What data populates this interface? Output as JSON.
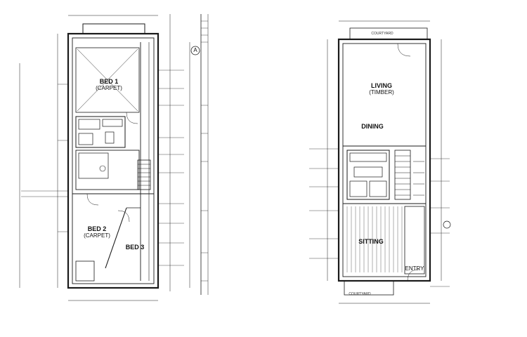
{
  "upper_floor": {
    "rooms": {
      "bed1": {
        "name": "BED 1",
        "sub": "(CARPET)"
      },
      "bed2": {
        "name": "BED 2",
        "sub": "(CARPET)"
      },
      "bed3": {
        "name": "BED 3",
        "sub": ""
      }
    },
    "north_marker": "A"
  },
  "lower_floor": {
    "rooms": {
      "courtyard_top": {
        "name": "COURTYARD"
      },
      "living": {
        "name": "LIVING",
        "sub": "(TIMBER)"
      },
      "dining": {
        "name": "DINING"
      },
      "sitting": {
        "name": "SITTING"
      },
      "entry": {
        "name": "ENTRY"
      },
      "courtyard_bottom": {
        "name": "COURTYARD"
      }
    }
  }
}
